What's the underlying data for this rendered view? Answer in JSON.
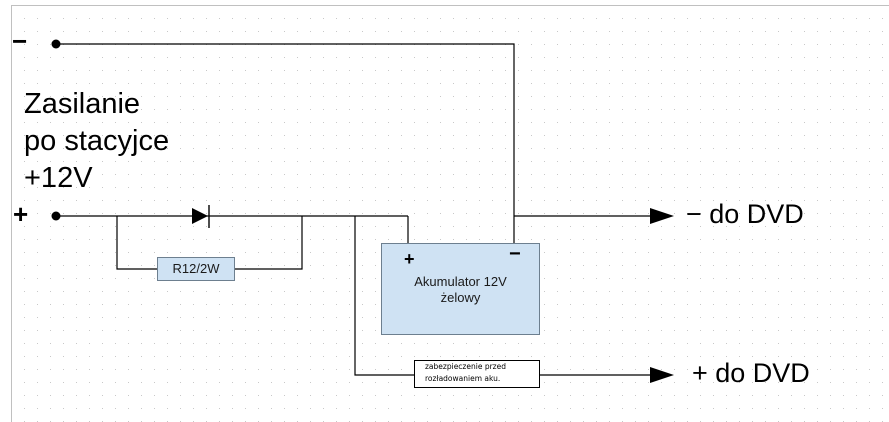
{
  "diagram": {
    "title_lines": "Zasilanie\npo stacyjce\n+12V",
    "terminal_minus_sign": "−",
    "terminal_plus_sign": "+",
    "resistor_label": "R12/2W",
    "battery": {
      "label_line1": "Akumulator 12V",
      "label_line2": "żelowy",
      "plus_sign": "+",
      "minus_sign": "−"
    },
    "protection_box": {
      "line1": "zabezpieczenie przed",
      "line2": "rozładowaniem aku."
    },
    "output_minus_label": "− do DVD",
    "output_plus_label": "+ do DVD",
    "colors": {
      "component_fill": "#cfe2f3",
      "wire": "#000000",
      "grid_dot": "#c8c8c8",
      "page_border": "#c0c0c0"
    }
  }
}
